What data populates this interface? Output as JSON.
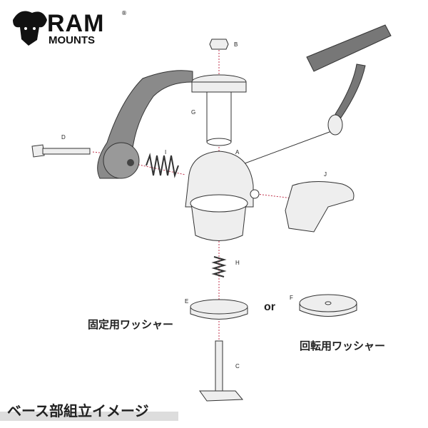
{
  "logo": {
    "brand": "RAM",
    "sub": "MOUNTS",
    "reg": "®"
  },
  "labels": {
    "a": "A",
    "b": "B",
    "c": "C",
    "d": "D",
    "e": "E",
    "f": "F",
    "g": "G",
    "h": "H",
    "i": "I",
    "j": "J"
  },
  "fixed_washer": "固定用ワッシャー",
  "rotating_washer": "回転用ワッシャー",
  "or": "or",
  "title": "ベース部組立イメージ",
  "colors": {
    "part": "#8a8a8a",
    "dark": "#555555",
    "guide": "#c0334d"
  }
}
